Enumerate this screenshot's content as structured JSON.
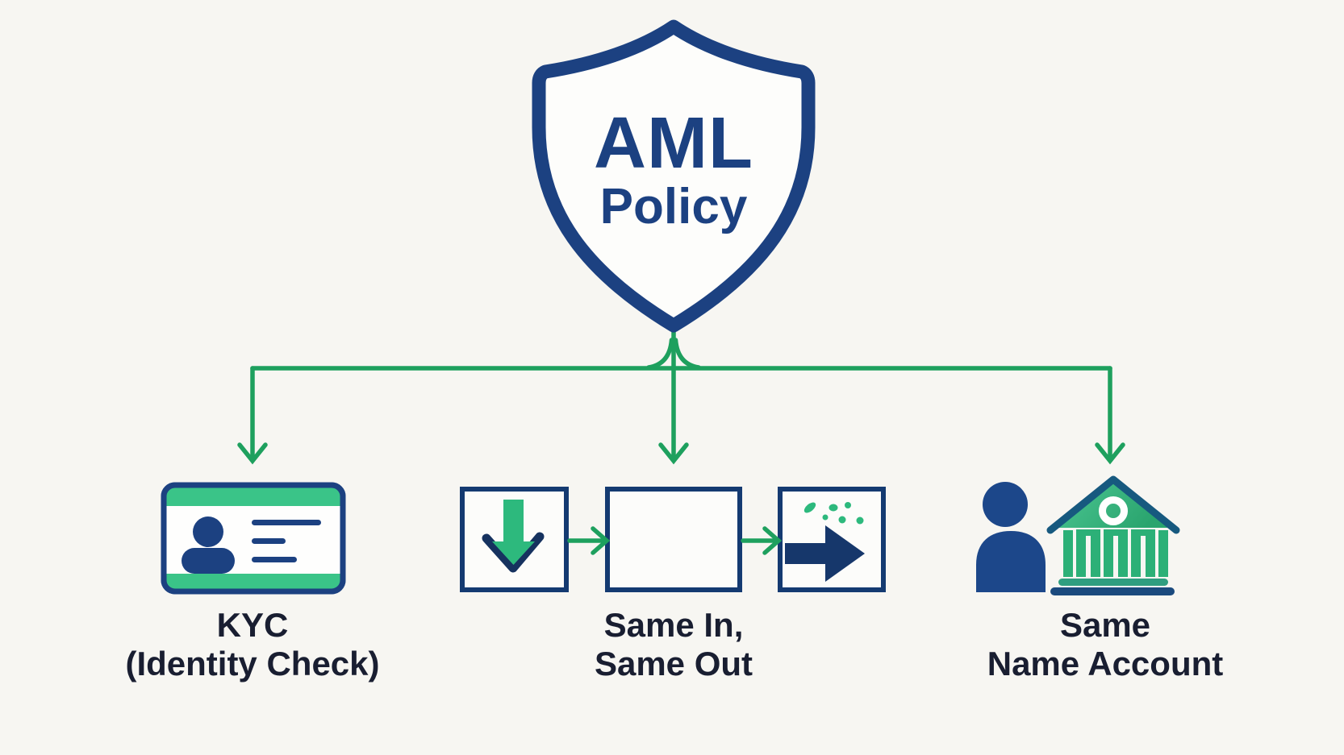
{
  "title": {
    "line1": "AML",
    "line2": "Policy"
  },
  "branches": [
    {
      "id": "kyc",
      "label_line1": "KYC",
      "label_line2": "(Identity Check)",
      "icon": "id-card-icon"
    },
    {
      "id": "same-in-same-out",
      "label_line1": "Same In,",
      "label_line2": "Same Out",
      "icon": "flow-boxes-icon"
    },
    {
      "id": "same-name-account",
      "label_line1": "Same",
      "label_line2": "Name Account",
      "icon": "person-bank-icon"
    }
  ],
  "colors": {
    "background": "#f7f6f2",
    "shield_navy": "#1c4181",
    "box_border_navy": "#143a71",
    "dark_label_text": "#191e31",
    "connector_green": "#1ea05e",
    "icon_green": "#2db97d",
    "card_stripe_green": "#3ac488",
    "bank_green": "#2cb077",
    "bank_base_teal": "#2f9e80",
    "bank_base_navy": "#1b4a7e",
    "person_navy": "#1c478a",
    "arrow_navy": "#16376b"
  }
}
